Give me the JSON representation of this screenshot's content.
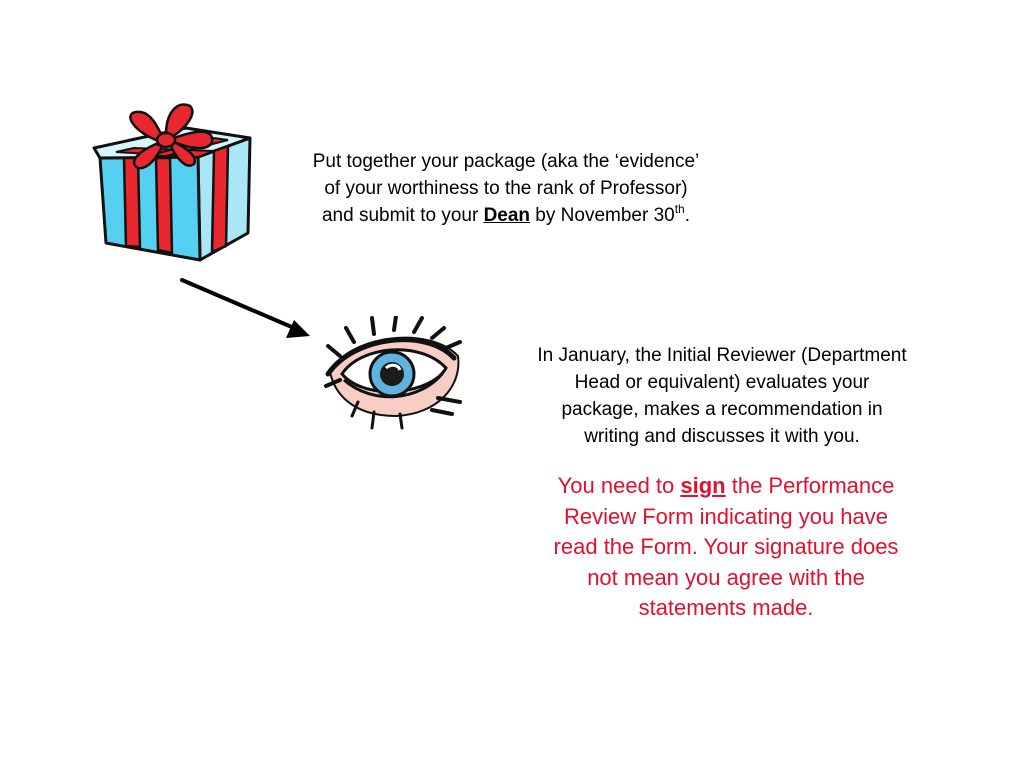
{
  "step1": {
    "line1": "Put together your package (aka the ‘evidence’",
    "line2": "of your worthiness to the rank of Professor)",
    "line3_before": "and submit to your ",
    "line3_emph": "Dean",
    "line3_after": " by November 30",
    "line3_sup": "th",
    "line3_end": "."
  },
  "step2": {
    "line1": "In January, the Initial Reviewer (Department",
    "line2": "Head or equivalent) evaluates your",
    "line3": "package, makes a recommendation in",
    "line4": "writing and discusses it with you."
  },
  "note": {
    "line1_before": "You need to ",
    "line1_emph": "sign",
    "line1_after": " the Performance",
    "line2": "Review Form indicating you have",
    "line3": "read the Form. Your signature does",
    "line4": "not mean you agree with the",
    "line5": "statements made.",
    "color": "#e0102e"
  },
  "icons": {
    "gift": "gift-box-icon",
    "arrow": "arrow-icon",
    "eye": "eye-icon"
  }
}
